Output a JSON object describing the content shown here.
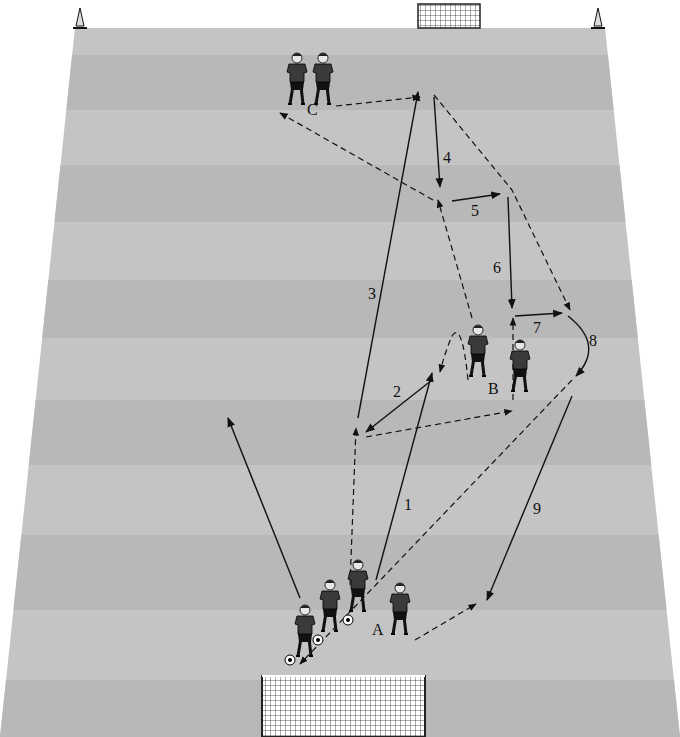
{
  "diagram": {
    "labels": [
      "C",
      "4",
      "5",
      "3",
      "6",
      "7",
      "8",
      "B",
      "2",
      "1",
      "9",
      "A"
    ]
  }
}
